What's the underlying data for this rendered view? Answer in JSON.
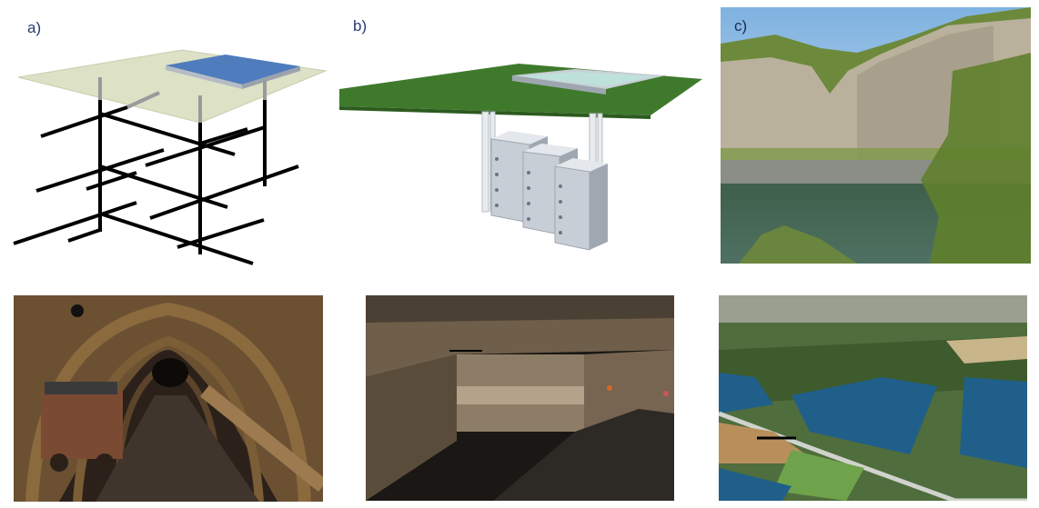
{
  "figure": {
    "panels": [
      {
        "id": "a",
        "label": "a)"
      },
      {
        "id": "b",
        "label": "b)"
      },
      {
        "id": "c",
        "label": "c)"
      }
    ]
  },
  "colors": {
    "label_text": "#2a3a73",
    "schematic_a_plane": "#dde1c5",
    "schematic_a_reservoir": "#4e7cbd",
    "schematic_a_shafts": "#000000",
    "schematic_b_ground": "#3f7a2c",
    "schematic_b_reservoir": "#bfe1dc",
    "schematic_b_tanks": "#c7ced6",
    "quarry_water": "#4a6b5c",
    "aerial_lakes": "#1f5f8a"
  }
}
